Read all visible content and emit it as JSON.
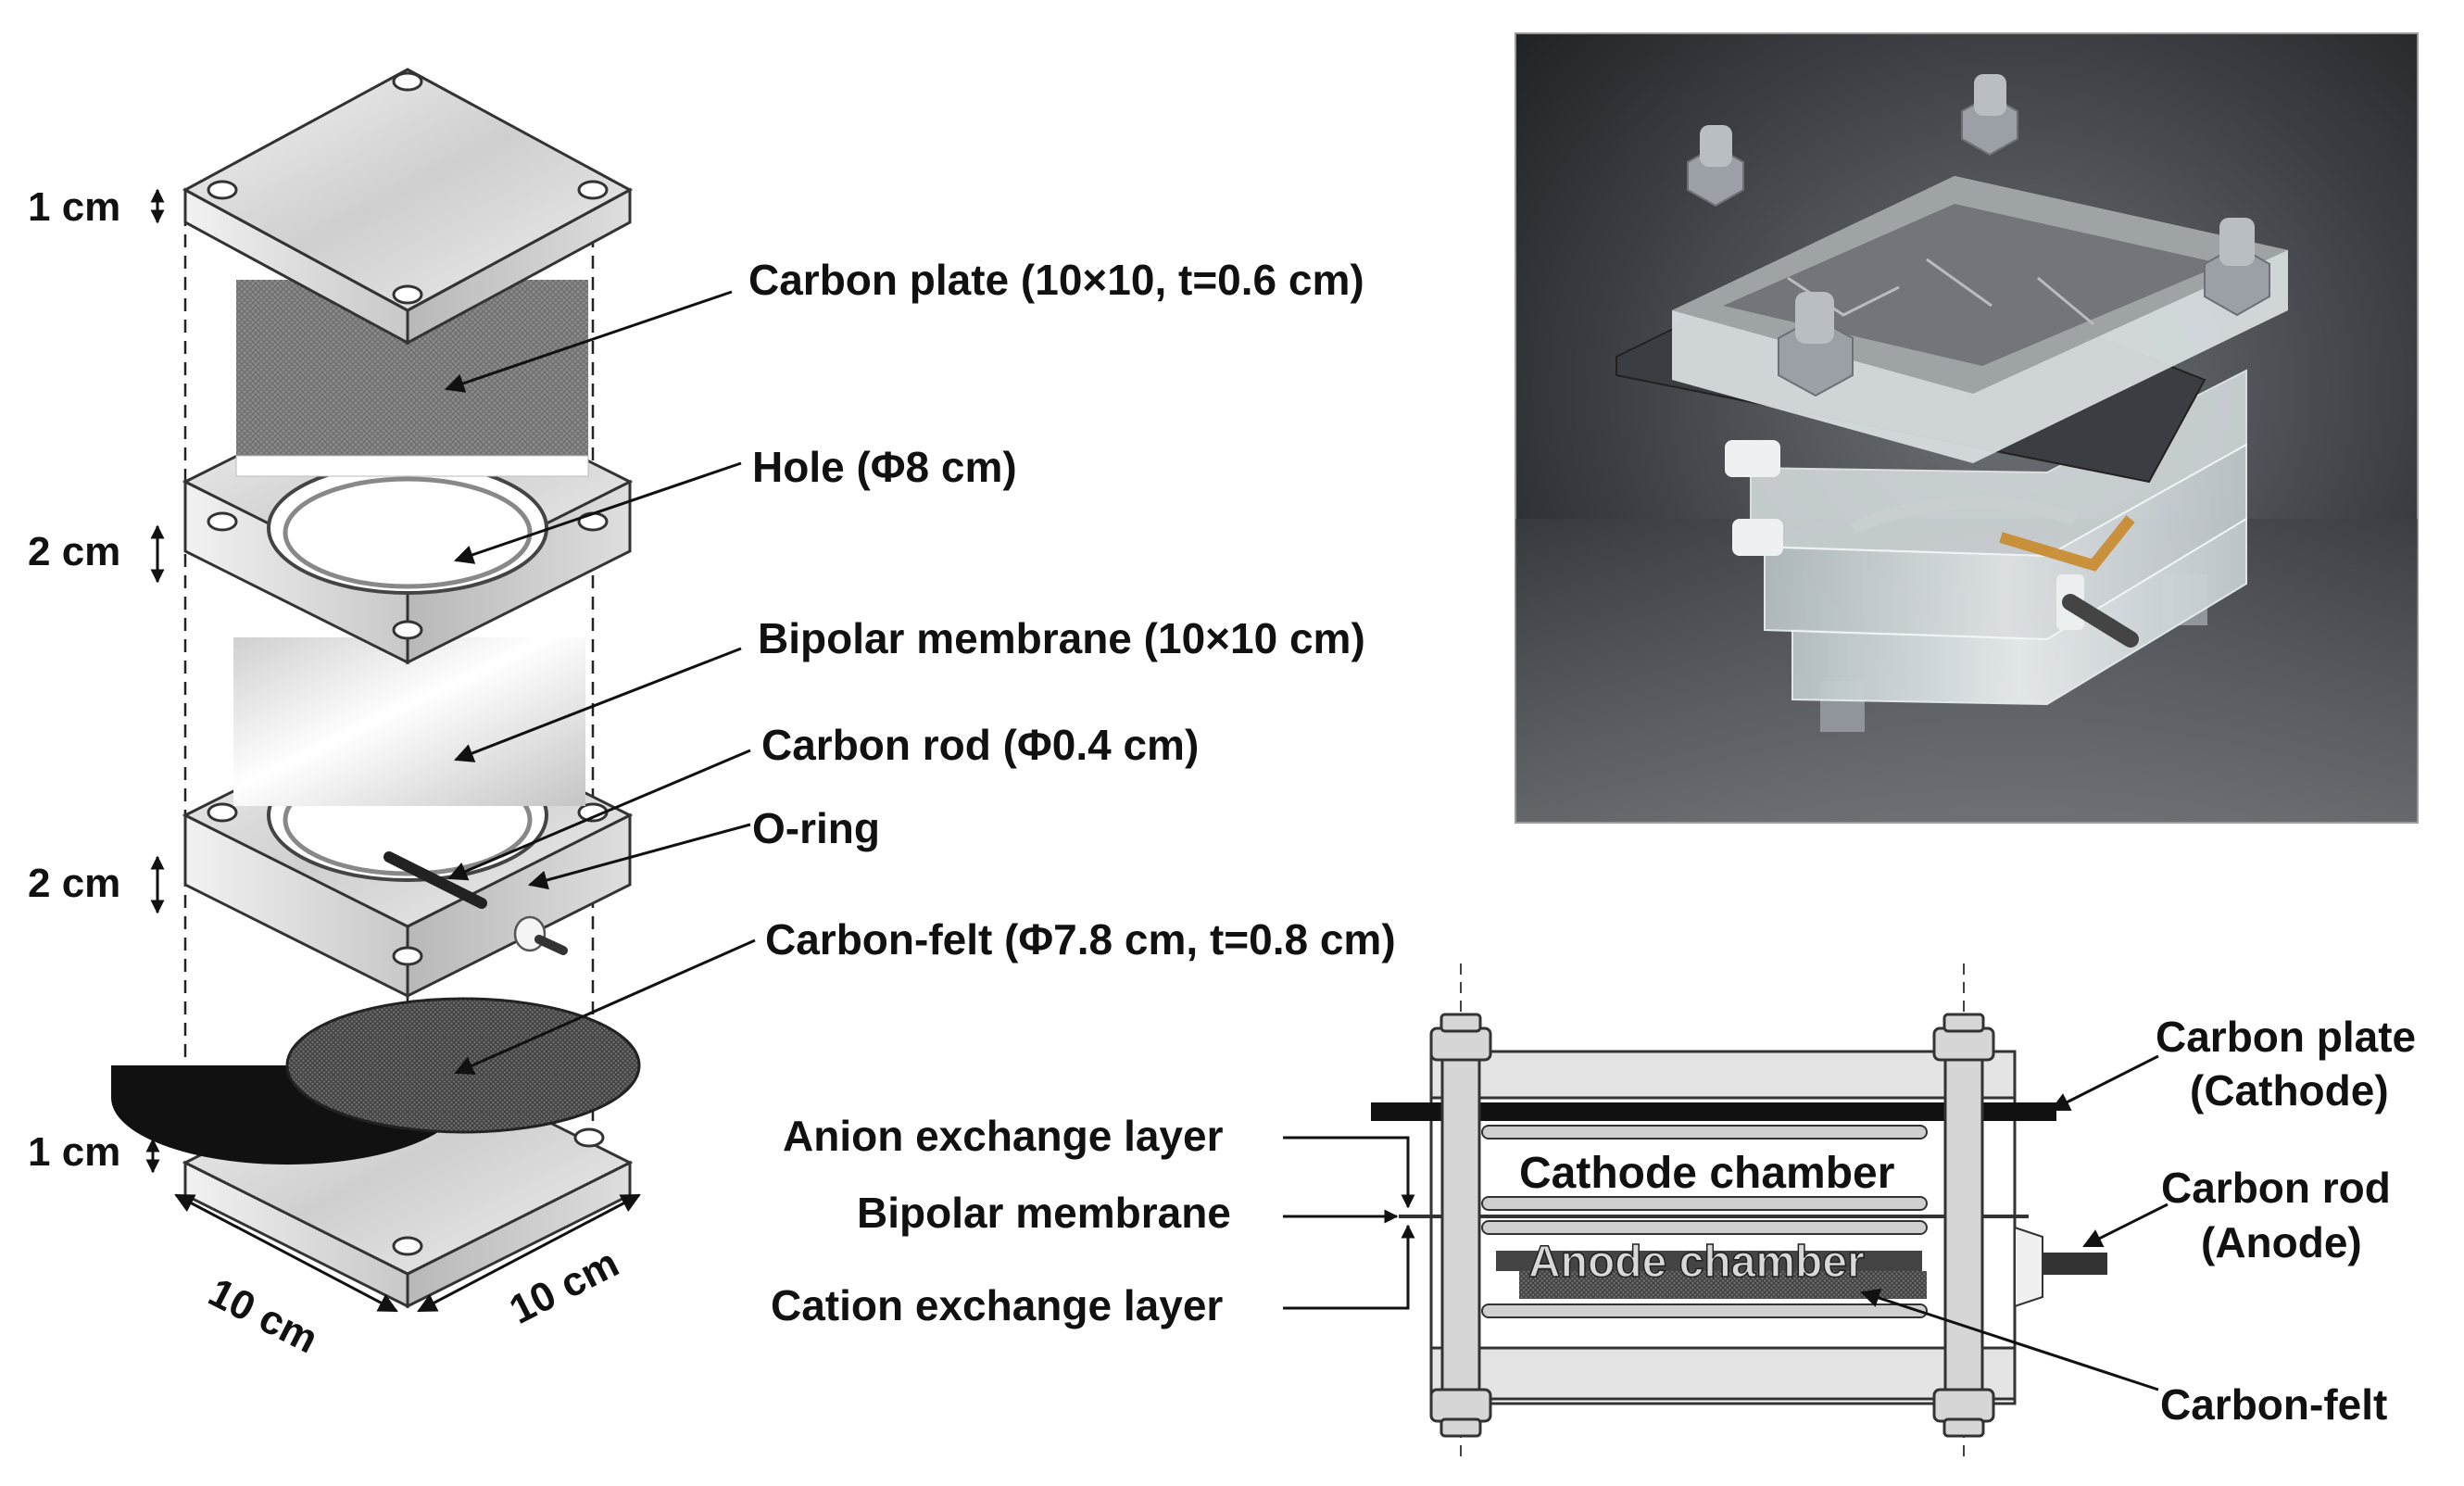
{
  "exploded_view": {
    "dimensions": {
      "top_plate_thickness": "1 cm",
      "upper_frame_thickness": "2 cm",
      "lower_frame_thickness": "2 cm",
      "bottom_plate_thickness": "1 cm",
      "width_x": "10 cm",
      "width_y": "10 cm"
    },
    "labels": {
      "carbon_plate": "Carbon plate (10×10, t=0.6 cm)",
      "hole": "Hole (Φ8 cm)",
      "bipolar_membrane": "Bipolar membrane (10×10 cm)",
      "carbon_rod": "Carbon rod (Φ0.4 cm)",
      "o_ring": "O-ring",
      "carbon_felt": "Carbon-felt (Φ7.8 cm, t=0.8 cm)"
    }
  },
  "cross_section": {
    "chambers": {
      "cathode": "Cathode chamber",
      "anode": "Anode chamber"
    },
    "left_labels": {
      "anion_exchange_layer": "Anion exchange layer",
      "bipolar_membrane": "Bipolar membrane",
      "cation_exchange_layer": "Cation exchange layer"
    },
    "right_labels": {
      "carbon_plate_line1": "Carbon plate",
      "carbon_plate_line2": "(Cathode)",
      "carbon_rod_line1": "Carbon rod",
      "carbon_rod_line2": "(Anode)",
      "carbon_felt": "Carbon-felt"
    }
  },
  "colors": {
    "plate_face": "#dcdcdc",
    "plate_side": "#bdbdbd",
    "carbon_dark": "#555555",
    "membrane": "#e6e6e6",
    "photo_bg": "#2b2d30",
    "acrylic": "#cfd6d8",
    "nut_gray": "#9aa0a6"
  }
}
